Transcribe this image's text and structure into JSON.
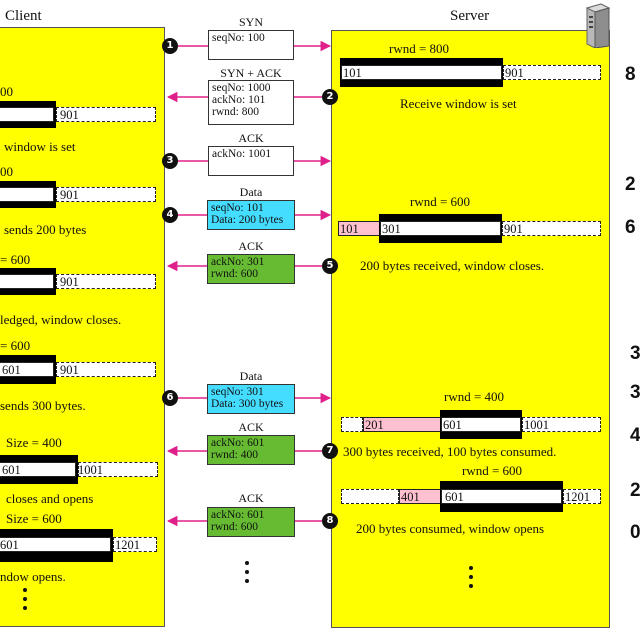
{
  "headers": {
    "client": "Client",
    "server": "Server"
  },
  "messages": [
    {
      "label": "SYN",
      "lines": [
        "seqNo: 100"
      ],
      "badge": "1"
    },
    {
      "label": "SYN + ACK",
      "lines": [
        "seqNo: 1000",
        "ackNo: 101",
        "rwnd: 800"
      ],
      "badge": "2"
    },
    {
      "label": "ACK",
      "lines": [
        "ackNo: 1001"
      ],
      "badge": "3"
    },
    {
      "label": "Data",
      "lines": [
        "seqNo: 101",
        "Data: 200 bytes"
      ],
      "badge": "4"
    },
    {
      "label": "ACK",
      "lines": [
        "ackNo: 301",
        "rwnd: 600"
      ],
      "badge": "5"
    },
    {
      "label": "Data",
      "lines": [
        "seqNo: 301",
        "Data: 300 bytes"
      ],
      "badge": "6"
    },
    {
      "label": "ACK",
      "lines": [
        "ackNo: 601",
        "rwnd: 400"
      ],
      "badge": "7"
    },
    {
      "label": "ACK",
      "lines": [
        "ackNo: 601",
        "rwnd: 600"
      ],
      "badge": "8"
    }
  ],
  "client": {
    "labels": [
      "00",
      "window is set",
      "00",
      "sends 200 bytes",
      "= 600",
      "ledged, window closes.",
      "= 600",
      "sends 300 bytes.",
      "Size = 400",
      "closes and opens",
      "Size = 600",
      "ndow opens."
    ],
    "nums": [
      "901",
      "901",
      "901",
      "601",
      "901",
      "601",
      "1001",
      "601",
      "1201"
    ]
  },
  "server": {
    "labels": [
      "rwnd = 800",
      "Receive window is set",
      "rwnd = 600",
      "200 bytes received, window closes.",
      "rwnd = 400",
      "300 bytes received, 100 bytes consumed.",
      "rwnd = 600",
      "200 bytes consumed, window opens"
    ],
    "nums": [
      "101",
      "901",
      "101",
      "301",
      "901",
      "201",
      "601",
      "1001",
      "401",
      "601",
      "1201"
    ]
  },
  "side_numbers": [
    "8",
    "2",
    "6",
    "3",
    "3",
    "4",
    "2",
    "0"
  ]
}
